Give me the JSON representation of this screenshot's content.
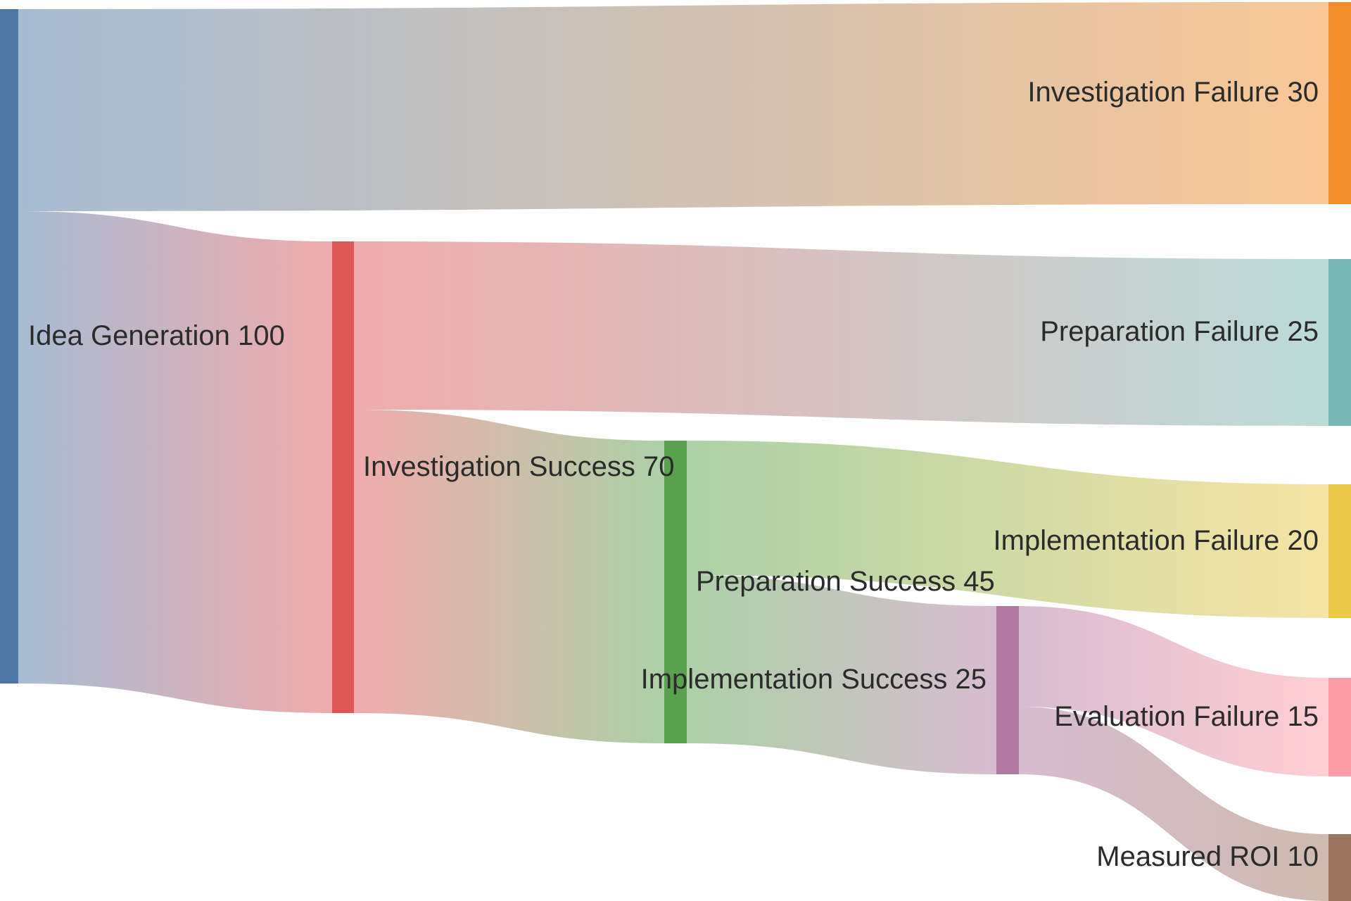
{
  "chart_data": {
    "type": "sankey",
    "title": "",
    "background": "#FFFFFF",
    "label_color": "#2B2B2B",
    "flow_opacity": 0.5,
    "orientation": "left-to-right",
    "total_flow_units": 100,
    "nodes": [
      {
        "name": "Idea Generation",
        "value": 100,
        "label": "Idea Generation 100",
        "color": "#4E79A7",
        "column": 0,
        "label_side": "right"
      },
      {
        "name": "Investigation Success",
        "value": 70,
        "label": "Investigation Success 70",
        "color": "#E15759",
        "column": 1,
        "label_side": "right"
      },
      {
        "name": "Preparation Success",
        "value": 45,
        "label": "Preparation Success 45",
        "color": "#59A14F",
        "column": 2,
        "label_side": "right"
      },
      {
        "name": "Implementation Success",
        "value": 25,
        "label": "Implementation Success 25",
        "color": "#B07AA1",
        "column": 3,
        "label_side": "left"
      },
      {
        "name": "Investigation Failure",
        "value": 30,
        "label": "Investigation Failure 30",
        "color": "#F28E2B",
        "column": 4,
        "label_side": "left"
      },
      {
        "name": "Preparation Failure",
        "value": 25,
        "label": "Preparation Failure 25",
        "color": "#76B7B2",
        "column": 4,
        "label_side": "left"
      },
      {
        "name": "Implementation Failure",
        "value": 20,
        "label": "Implementation Failure 20",
        "color": "#EDC949",
        "column": 4,
        "label_side": "left"
      },
      {
        "name": "Evaluation Failure",
        "value": 15,
        "label": "Evaluation Failure 15",
        "color": "#FF9DA7",
        "column": 4,
        "label_side": "left"
      },
      {
        "name": "Measured ROI",
        "value": 10,
        "label": "Measured ROI 10",
        "color": "#9C755F",
        "column": 4,
        "label_side": "left"
      }
    ],
    "links": [
      {
        "source": "Idea Generation",
        "target": "Investigation Failure",
        "value": 30
      },
      {
        "source": "Idea Generation",
        "target": "Investigation Success",
        "value": 70
      },
      {
        "source": "Investigation Success",
        "target": "Preparation Failure",
        "value": 25
      },
      {
        "source": "Investigation Success",
        "target": "Preparation Success",
        "value": 45
      },
      {
        "source": "Preparation Success",
        "target": "Implementation Failure",
        "value": 20
      },
      {
        "source": "Preparation Success",
        "target": "Implementation Success",
        "value": 25
      },
      {
        "source": "Implementation Success",
        "target": "Evaluation Failure",
        "value": 15
      },
      {
        "source": "Implementation Success",
        "target": "Measured ROI",
        "value": 10
      }
    ]
  }
}
